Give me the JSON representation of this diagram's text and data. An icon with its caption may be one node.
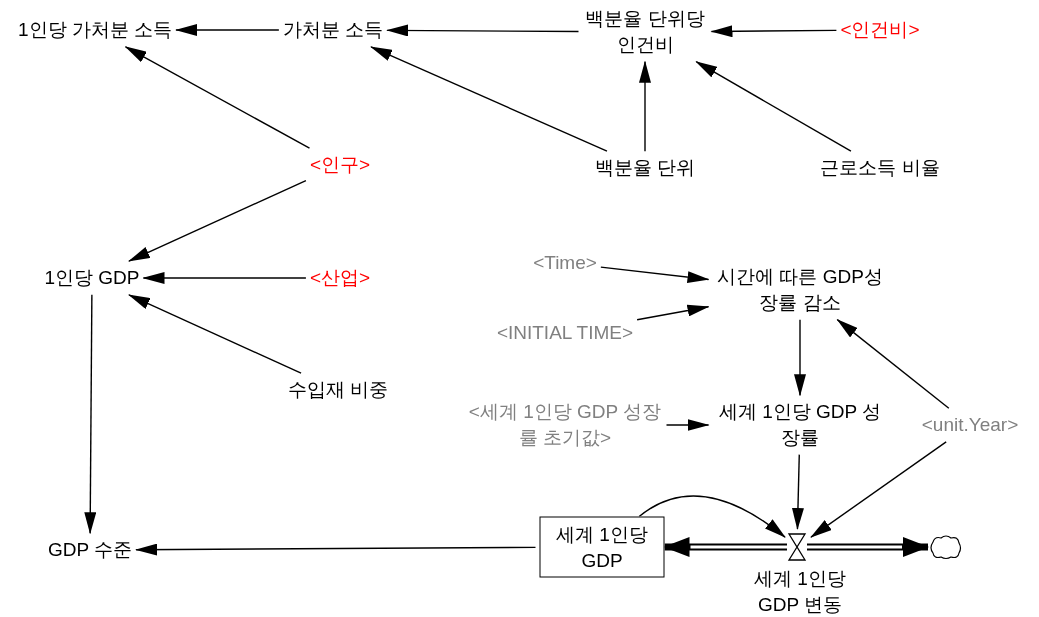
{
  "diagram": {
    "nodes": [
      {
        "text": [
          "1인당 가처분 소득"
        ]
      },
      {
        "text": [
          "가처분 소득"
        ]
      },
      {
        "text": [
          "백분율 단위당 인건비"
        ]
      },
      {
        "text": [
          "<인건비>"
        ]
      },
      {
        "text": [
          "<인구>"
        ]
      },
      {
        "text": [
          "백분율 단위"
        ]
      },
      {
        "text": [
          "근로소득 비율"
        ]
      },
      {
        "text": [
          "1인당 GDP"
        ]
      },
      {
        "text": [
          "<산업>"
        ]
      },
      {
        "text": [
          "<Time>"
        ]
      },
      {
        "text": [
          "시간에 따른 GDP성장률 감소"
        ]
      },
      {
        "text": [
          "<INITIAL TIME>"
        ]
      },
      {
        "text": [
          "수입재 비중"
        ]
      },
      {
        "text": [
          "<세계 1인당 GDP 성장률 초기값>"
        ]
      },
      {
        "text": [
          "세계 1인당 GDP 성장률"
        ]
      },
      {
        "text": [
          "<unit.Year>"
        ]
      },
      {
        "text": [
          "GDP 수준"
        ]
      },
      {
        "text": [
          "세계 1인당 GDP"
        ]
      },
      {
        "text": [],
        "shape": "valve",
        "beside": [
          "세계 1인당 GDP 변동"
        ]
      },
      {
        "text": [],
        "shape": "cloud"
      }
    ],
    "edges": [
      {
        "from": 1,
        "to": 0,
        "arrow": "to"
      },
      {
        "from": 2,
        "to": 1,
        "arrow": "to"
      },
      {
        "from": 3,
        "to": 2,
        "arrow": "to"
      },
      {
        "from": 4,
        "to": 0,
        "arrow": "to"
      },
      {
        "from": 5,
        "to": 1,
        "arrow": "to"
      },
      {
        "from": 5,
        "to": 2,
        "arrow": "to"
      },
      {
        "from": 6,
        "to": 2,
        "arrow": "to"
      },
      {
        "from": 4,
        "to": 7,
        "arrow": "to"
      },
      {
        "from": 8,
        "to": 7,
        "arrow": "to"
      },
      {
        "from": 12,
        "to": 7,
        "arrow": "to"
      },
      {
        "from": 7,
        "to": 16,
        "arrow": "to"
      },
      {
        "from": 9,
        "to": 10,
        "arrow": "to"
      },
      {
        "from": 11,
        "to": 10,
        "arrow": "to"
      },
      {
        "from": 10,
        "to": 14,
        "arrow": "to"
      },
      {
        "from": 15,
        "to": 10,
        "arrow": "to"
      },
      {
        "from": 13,
        "to": 14,
        "arrow": "to"
      },
      {
        "from": 14,
        "to": 18,
        "arrow": "to"
      },
      {
        "from": 15,
        "to": 18,
        "arrow": "to"
      },
      {
        "from": 17,
        "to": 18,
        "arrow": "to"
      },
      {
        "from": 17,
        "to": 16,
        "arrow": "to"
      },
      {
        "from": 18,
        "to": 17,
        "arrow": "to",
        "style": "thick"
      },
      {
        "from": 18,
        "to": 19,
        "arrow": "to",
        "style": "thick"
      }
    ]
  }
}
